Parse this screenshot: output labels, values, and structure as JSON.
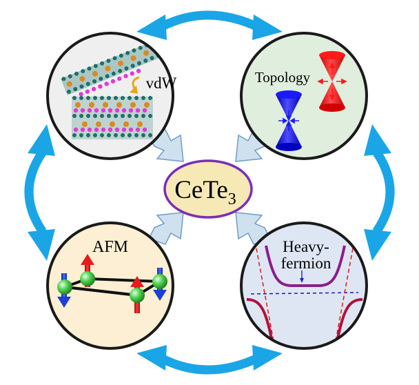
{
  "center": {
    "label_main": "CeTe",
    "label_sub": "3"
  },
  "panels": {
    "vdw": {
      "label": "vdW"
    },
    "topology": {
      "label": "Topology"
    },
    "afm": {
      "label": "AFM"
    },
    "heavy_fermion": {
      "label_line1": "Heavy-",
      "label_line2": "fermion"
    }
  },
  "colors": {
    "cycle_arrow": "#1aa6e6",
    "inward_arrow_fill": "#cfe0ef",
    "inward_arrow_stroke": "#6f9cc6",
    "center_fill": "#f7e9b6",
    "center_stroke": "#7a2fb6",
    "vdw_bg": "#efefef",
    "topology_bg": "#dfeedd",
    "afm_bg": "#fcefd3",
    "heavy_fermion_bg": "#dfe6f3",
    "cone_red": "#ff1a1a",
    "cone_blue": "#1a1aff",
    "spin_red": "#e41d1d",
    "spin_blue": "#1c3fd6",
    "atom_green": "#3ec63e",
    "band_purple": "#8a1e8a",
    "band_dark_red": "#b0123e",
    "dashed_red": "#e02020",
    "dashed_blue": "#1f1fd0",
    "layer_teal": "#1f6e68",
    "layer_orange": "#d98a21",
    "layer_magenta": "#e13ad6"
  }
}
